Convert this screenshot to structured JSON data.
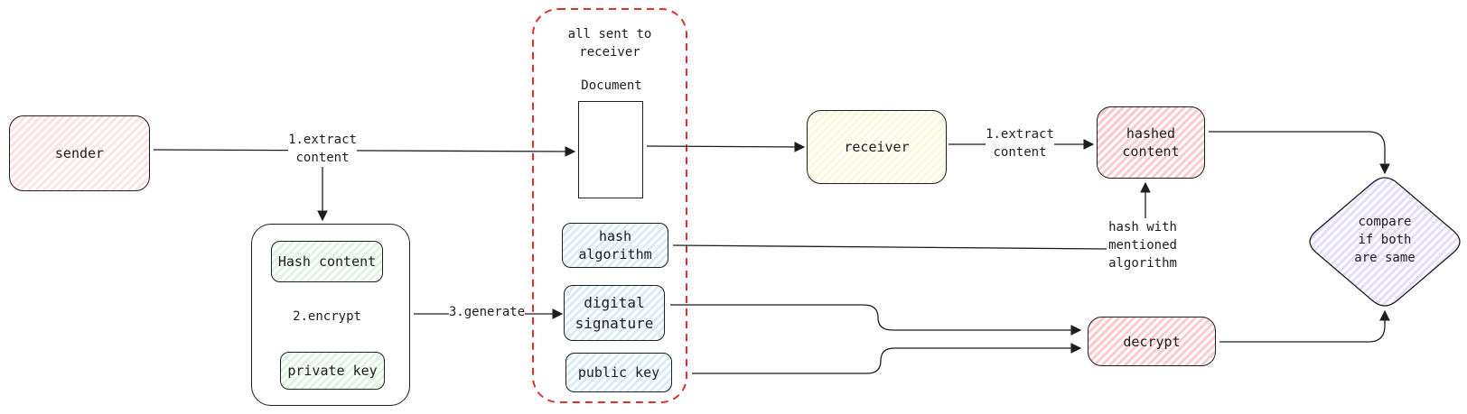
{
  "diagram": {
    "container_label": "all sent to\nreceiver",
    "document_label": "Document",
    "nodes": {
      "sender": "sender",
      "hash_content": "Hash content",
      "private_key": "private key",
      "hash_algorithm": "hash\nalgorithm",
      "digital_signature": "digital\nsignature",
      "public_key": "public key",
      "receiver": "receiver",
      "hashed_content": "hashed\ncontent",
      "decrypt": "decrypt",
      "compare": "compare\nif both\nare same"
    },
    "edge_labels": {
      "extract_content_sender": "1.extract\ncontent",
      "encrypt": "2.encrypt",
      "generate": "3.generate",
      "extract_content_receiver": "1.extract\ncontent",
      "hash_with_algorithm": "hash with\nmentioned\nalgorithm"
    },
    "colors": {
      "stroke": "#1e1e1e",
      "dashed_border": "#e03131",
      "sender_fill": "#ffe3e3",
      "green_fill": "#dcf5de",
      "blue_fill": "#d6ecf7",
      "yellow_fill": "#fbf7d9",
      "red_fill": "#ffc9c9",
      "purple_fill": "#e5dbff"
    }
  }
}
